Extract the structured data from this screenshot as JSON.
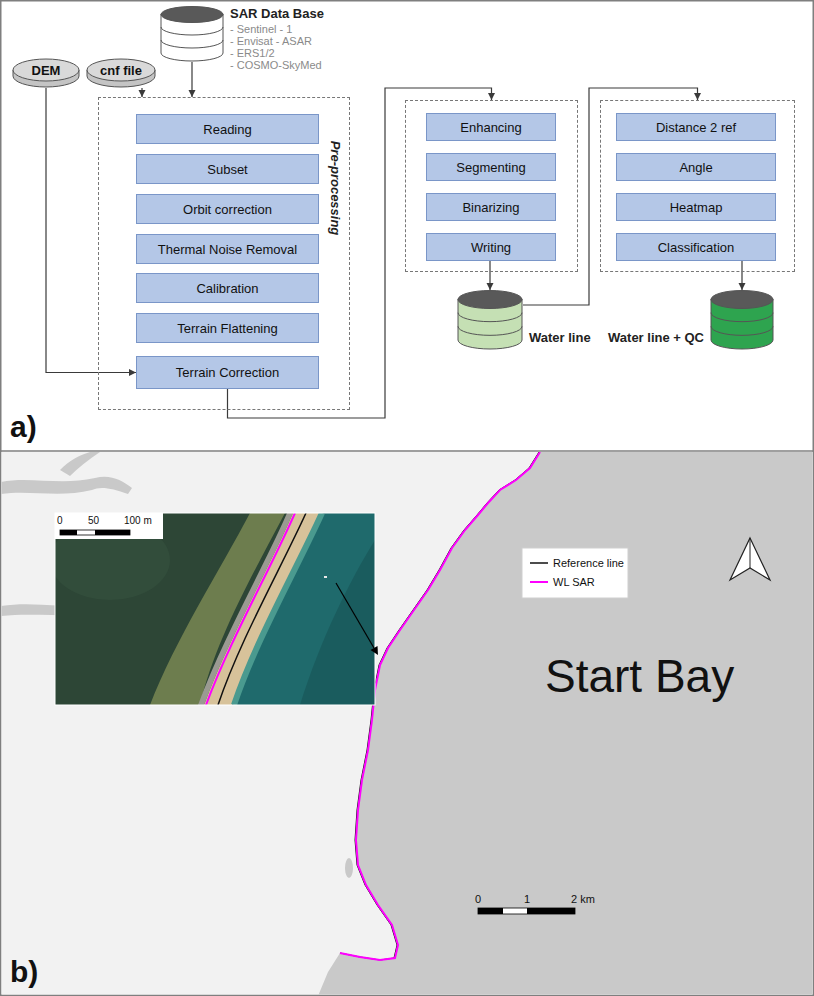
{
  "diagram": {
    "nodes": [
      {
        "text": [
          "DEM"
        ]
      },
      {
        "text": [
          "cnf file"
        ]
      },
      {
        "text": [
          "SAR Data Base",
          "- Sentinel - 1",
          "- Envisat - ASAR",
          "- ERS1/2",
          "- COSMO-SkyMed"
        ]
      },
      {
        "text": [
          "Pre-processing"
        ]
      },
      {
        "text": [
          "Reading"
        ],
        "in": 3
      },
      {
        "text": [
          "Subset"
        ],
        "in": 3
      },
      {
        "text": [
          "Orbit correction"
        ],
        "in": 3
      },
      {
        "text": [
          "Thermal Noise Removal"
        ],
        "in": 3
      },
      {
        "text": [
          "Calibration"
        ],
        "in": 3
      },
      {
        "text": [
          "Terrain Flattening"
        ],
        "in": 3
      },
      {
        "text": [
          "Terrain Correction"
        ],
        "in": 3
      },
      {
        "text": []
      },
      {
        "text": [
          "Enhancing"
        ],
        "in": 11
      },
      {
        "text": [
          "Segmenting"
        ],
        "in": 11
      },
      {
        "text": [
          "Binarizing"
        ],
        "in": 11
      },
      {
        "text": [
          "Writing"
        ],
        "in": 11
      },
      {
        "text": [
          "Water line"
        ]
      },
      {
        "text": []
      },
      {
        "text": [
          "Distance 2 ref"
        ],
        "in": 17
      },
      {
        "text": [
          "Angle"
        ],
        "in": 17
      },
      {
        "text": [
          "Heatmap"
        ],
        "in": 17
      },
      {
        "text": [
          "Classification"
        ],
        "in": 17
      },
      {
        "text": [
          "Water line + QC"
        ]
      }
    ],
    "edges": [
      {
        "from": 0,
        "to": 10,
        "arrow": "to"
      },
      {
        "from": 1,
        "to": 3,
        "arrow": "to"
      },
      {
        "from": 2,
        "to": 3,
        "arrow": "to"
      },
      {
        "from": 10,
        "to": 11,
        "arrow": "to"
      },
      {
        "from": 15,
        "to": 16,
        "arrow": "to"
      },
      {
        "from": 16,
        "to": 17,
        "arrow": "to"
      },
      {
        "from": 21,
        "to": 22,
        "arrow": "to"
      }
    ],
    "labels": [
      "a)",
      "0",
      "50",
      "100 m",
      "Start Bay",
      "0",
      "1",
      "2 km",
      "b)"
    ],
    "legend": [
      {
        "text": "Reference line"
      },
      {
        "text": "WL SAR"
      }
    ]
  }
}
